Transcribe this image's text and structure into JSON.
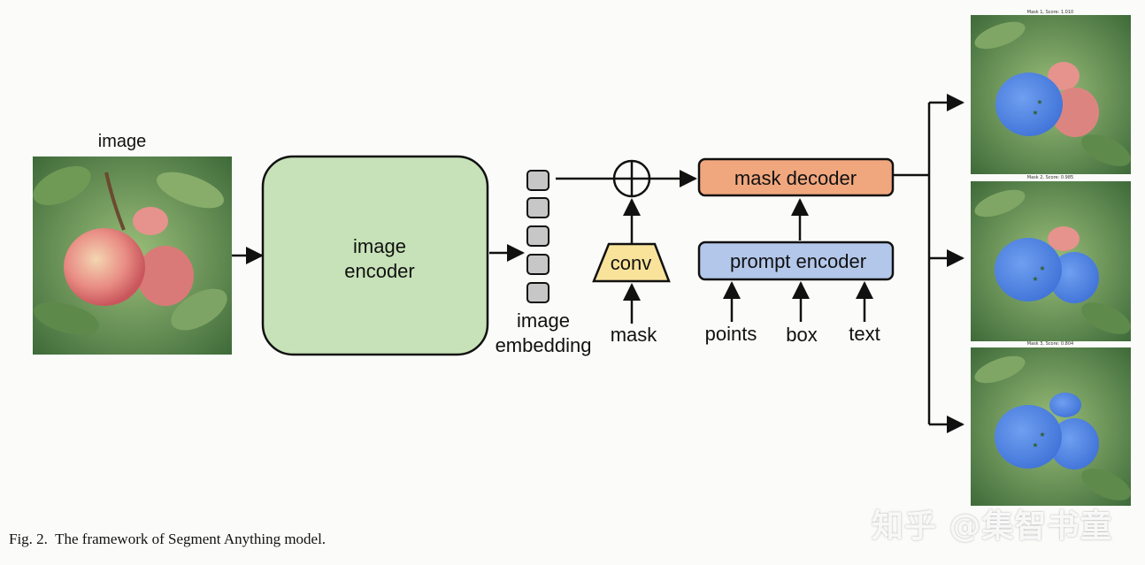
{
  "diagram": {
    "input_label": "image",
    "image_encoder_label_line1": "image",
    "image_encoder_label_line2": "encoder",
    "embedding_label_line1": "image",
    "embedding_label_line2": "embedding",
    "conv_label": "conv",
    "mask_label": "mask",
    "mask_decoder_label": "mask decoder",
    "prompt_encoder_label": "prompt encoder",
    "prompt_inputs": [
      "points",
      "box",
      "text"
    ],
    "output_titles": [
      "Mask 1, Score: 1.010",
      "Mask 2, Score: 0.985",
      "Mask 3, Score: 0.804"
    ],
    "colors": {
      "image_encoder_fill": "#c7e2b8",
      "mask_decoder_fill": "#f0a77e",
      "prompt_encoder_fill": "#b3c7ea",
      "conv_fill": "#f9e39b",
      "embedding_cell_fill": "#c7c7c7",
      "mask_overlay": "#4f86e6"
    }
  },
  "caption": "Fig. 2.  The framework of Segment Anything model.",
  "watermark": "知乎 @集智书童"
}
